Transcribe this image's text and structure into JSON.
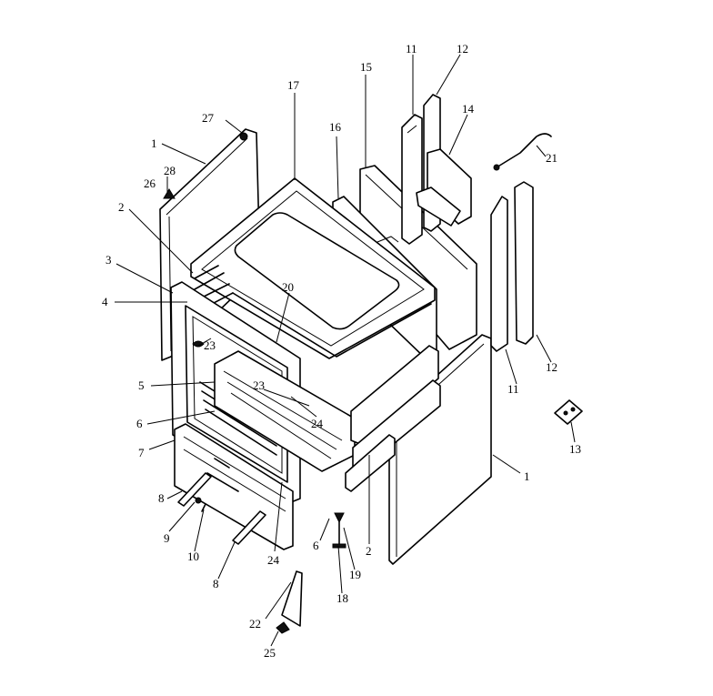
{
  "diagram": {
    "type": "exploded-parts-view",
    "callouts": [
      "1",
      "1",
      "2",
      "2",
      "3",
      "4",
      "5",
      "6",
      "6",
      "7",
      "8",
      "8",
      "9",
      "10",
      "11",
      "11",
      "12",
      "12",
      "13",
      "14",
      "15",
      "16",
      "17",
      "18",
      "19",
      "20",
      "21",
      "22",
      "23",
      "23",
      "24",
      "24",
      "25",
      "26",
      "27",
      "28"
    ]
  }
}
